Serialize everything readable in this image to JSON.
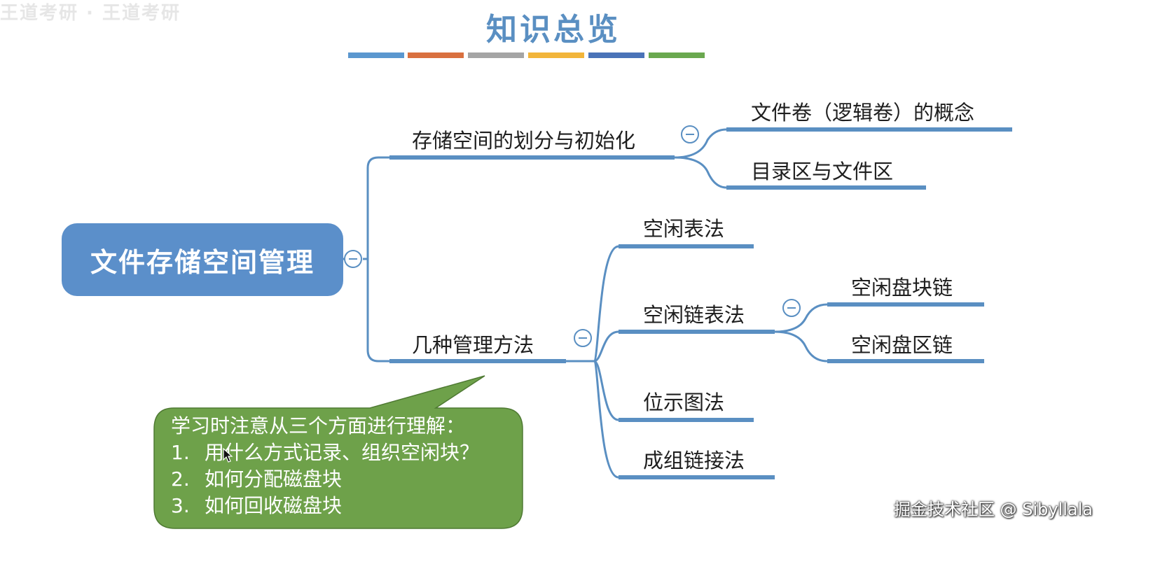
{
  "watermark_top_left": "王道考研 · 王道考研",
  "title": "知识总览",
  "stripe_colors": [
    "#5b97cf",
    "#d9703f",
    "#a5a5a5",
    "#f2b53a",
    "#4a73b8",
    "#6aa84f"
  ],
  "root": "文件存储空间管理",
  "branches": {
    "partition": "存储空间的划分与初始化",
    "methods": "几种管理方法"
  },
  "partition_children": {
    "volume": "文件卷（逻辑卷）的概念",
    "areas": "目录区与文件区"
  },
  "methods_children": {
    "free_table": "空闲表法",
    "free_list": "空闲链表法",
    "bitmap": "位示图法",
    "grouped": "成组链接法"
  },
  "free_list_children": {
    "block_chain": "空闲盘块链",
    "extent_chain": "空闲盘区链"
  },
  "callout": {
    "heading": "学习时注意从三个方面进行理解：",
    "items": [
      {
        "num": "1.",
        "text": "用什么方式记录、组织空闲块？"
      },
      {
        "num": "2.",
        "text": "如何分配磁盘块"
      },
      {
        "num": "3.",
        "text": "如何回收磁盘块"
      }
    ]
  },
  "watermark_bottom_right": "掘金技术社区 @ Sibyllala",
  "colors": {
    "line": "#5a8fc2",
    "root_fill": "#5b8fca",
    "callout_fill": "#6ea14a",
    "title": "#5a8fc2"
  }
}
